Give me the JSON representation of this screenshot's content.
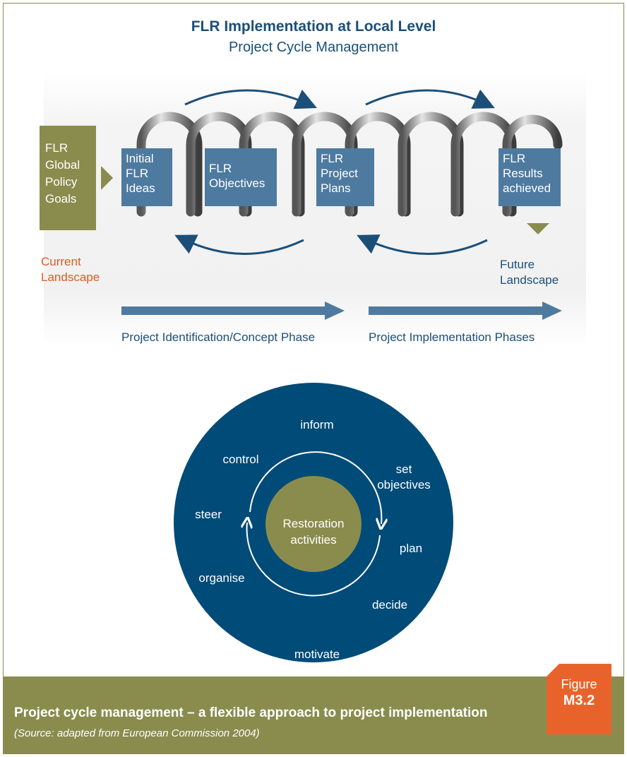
{
  "title": "FLR Implementation at Local Level",
  "subtitle": "Project Cycle Management",
  "global_goals": "FLR\nGlobal\nPolicy\nGoals",
  "stages": [
    "Initial\nFLR\nIdeas",
    "FLR\nObjectives",
    "FLR\nProject\nPlans",
    "FLR\nResults\nachieved"
  ],
  "current_landscape": "Current\nLandscape",
  "future_landscape": "Future\nLandscape",
  "phases": [
    "Project Identification/Concept Phase",
    "Project Implementation Phases"
  ],
  "cycle": {
    "center": "Restoration\nactivities",
    "steps": [
      "inform",
      "set\nobjectives",
      "plan",
      "decide",
      "motivate",
      "organise",
      "steer",
      "control"
    ]
  },
  "caption": {
    "main": "Project cycle management – a flexible approach to project implementation",
    "source": "(Source: adapted from European Commission 2004)"
  },
  "figure": {
    "word": "Figure",
    "number": "M3.2"
  },
  "colors": {
    "navy": "#004b78",
    "steel_blue": "#4e7aa0",
    "olive": "#8a8c4e",
    "orange": "#e05a24",
    "title_blue": "#1b4f79"
  }
}
